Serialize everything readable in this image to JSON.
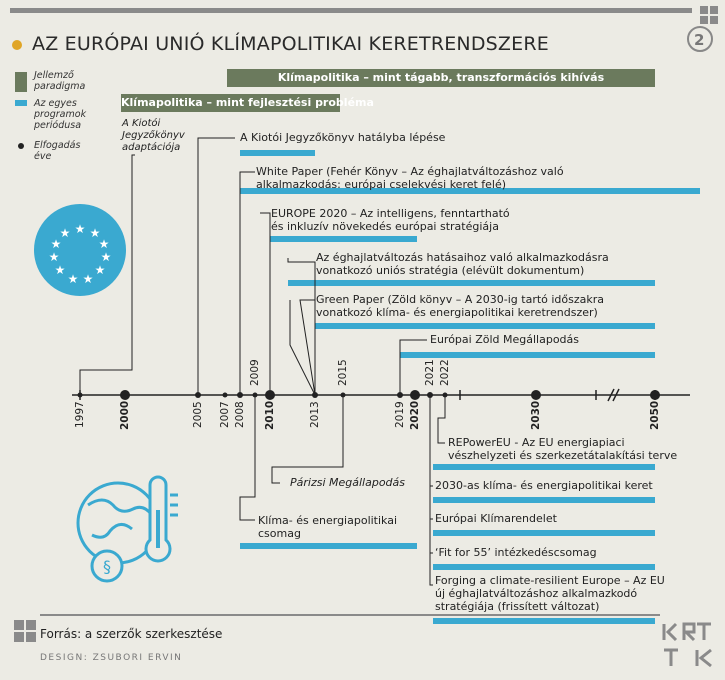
{
  "header": {
    "title": "AZ EURÓPAI UNIÓ KLÍMAPOLITIKAI KERETRENDSZERE",
    "page_number": "2",
    "accent_color": "#e0a526"
  },
  "legend": {
    "paradigm": "Jellemző paradigma",
    "period": "Az egyes programok periódusa",
    "adoption": "Elfogadás éve"
  },
  "colors": {
    "paradigm": "#6b7a5d",
    "period": "#3aa9d0",
    "axis": "#222222"
  },
  "paradigms": [
    "Klímapolitika – mint tágabb, transzformációs kihívás",
    "Klímapolitika – mint fejlesztési probléma"
  ],
  "events": {
    "kyoto_adapt": "A Kiotói Jegyzőkönyv adaptációja",
    "kyoto": "A Kiotói Jegyzőkönyv hatályba lépése",
    "white_paper_1": "White Paper (Fehér Könyv – Az éghajlatváltozáshoz való",
    "white_paper_2": "alkalmazkodás: európai cselekvési keret felé)",
    "europe2020_1": "EUROPE 2020 – Az intelligens, fenntartható",
    "europe2020_2": "és inkluzív növekedés európai stratégiája",
    "adapt_strategy_1": "Az éghajlatváltozás hatásaihoz való alkalmazkodásra",
    "adapt_strategy_2": "vonatkozó uniós stratégia (elévült dokumentum)",
    "green_paper_1": "Green Paper (Zöld könyv – A 2030-ig tartó időszakra",
    "green_paper_2": "vonatkozó klíma- és energiapolitikai keretrendszer)",
    "green_deal": "Európai Zöld Megállapodás",
    "paris": "Párizsi Megállapodás",
    "package_1": "Klíma- és energiapolitikai",
    "package_2": "csomag",
    "repower_1": "REPowerEU - Az EU energiapiaci",
    "repower_2": "vészhelyzeti és szerkezetátalakítási terve",
    "framework2030": "2030-as klíma- és energiapolitikai keret",
    "climate_law": "Európai Klímarendelet",
    "fit55": "‘Fit for 55’ intézkedéscsomag",
    "forging_1": "Forging a climate-resilient Europe – Az EU",
    "forging_2": "új éghajlatváltozáshoz alkalmazkodó",
    "forging_3": "stratégiája (frissített változat)"
  },
  "timeline": {
    "years": [
      "1997",
      "2000",
      "2005",
      "2007",
      "2008",
      "2009",
      "2010",
      "2013",
      "2015",
      "2019",
      "2020",
      "2021",
      "2022",
      "2030",
      "2050"
    ],
    "major_years": [
      "2000",
      "2010",
      "2020",
      "2030",
      "2050"
    ]
  },
  "footer": {
    "source": "Forrás: a szerzők szerkesztése",
    "design": "DESIGN: ZSUBORI ERVIN",
    "logo": "KRTK"
  },
  "icons": [
    "eu-flag-icon",
    "globe-thermometer-icon",
    "paragraph-icon",
    "krtk-logo"
  ]
}
